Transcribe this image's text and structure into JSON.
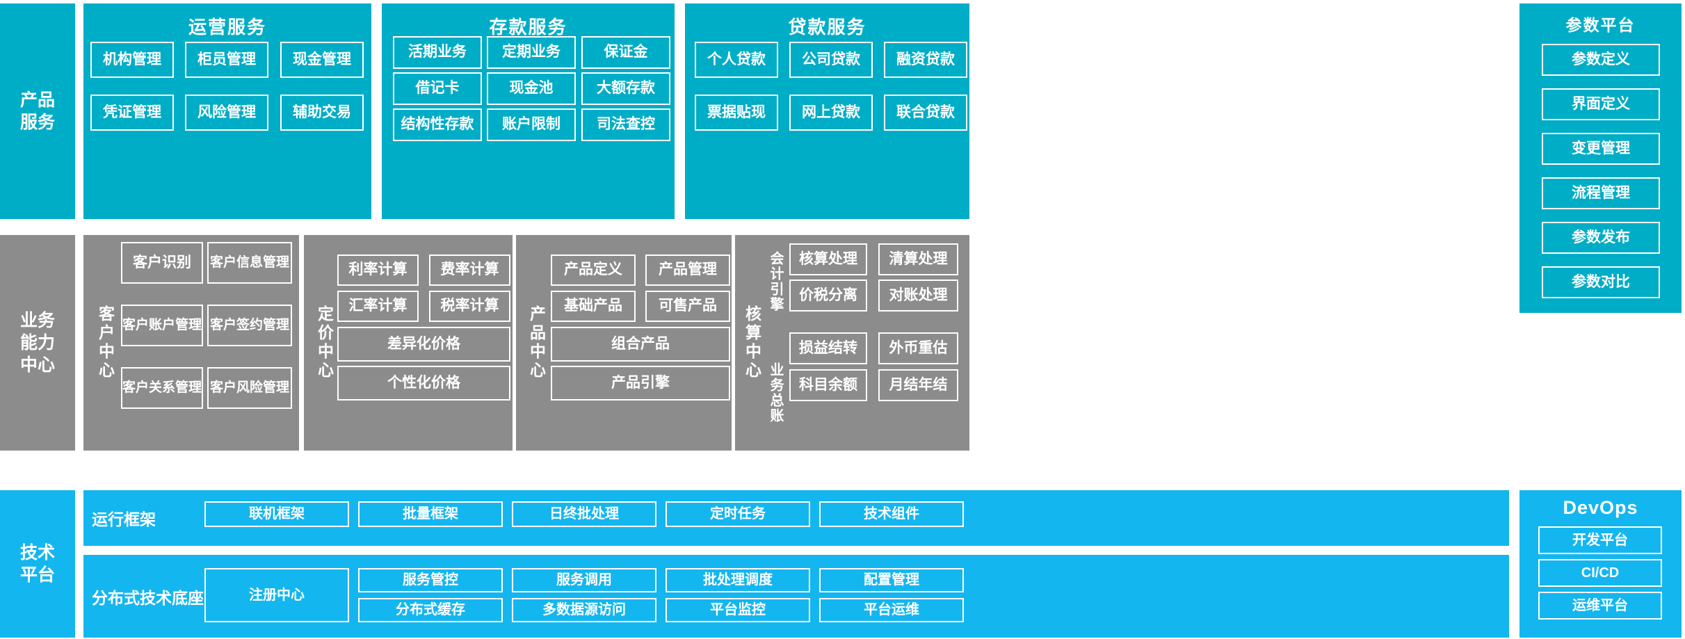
{
  "colors": {
    "teal": "#00adc6",
    "gray": "#8c8c8c",
    "blue": "#14b6f0",
    "outline": "#ffffff",
    "background": "#ffffff"
  },
  "bands": {
    "product_service": {
      "label": "产品\n服务",
      "label_line1": "产品",
      "label_line2": "服务"
    },
    "business_capability": {
      "label_line1": "业务",
      "label_line2": "能力",
      "label_line3": "中心"
    },
    "tech_platform": {
      "label_line1": "技术",
      "label_line2": "平台"
    }
  },
  "product_service": {
    "groups": [
      {
        "title": "运营服务",
        "items": [
          "机构管理",
          "柜员管理",
          "现金管理",
          "凭证管理",
          "风险管理",
          "辅助交易"
        ]
      },
      {
        "title": "存款服务",
        "items": [
          "活期业务",
          "定期业务",
          "保证金",
          "借记卡",
          "现金池",
          "大额存款",
          "结构性存款",
          "账户限制",
          "司法查控"
        ]
      },
      {
        "title": "贷款服务",
        "items": [
          "个人贷款",
          "公司贷款",
          "融资贷款",
          "票据贴现",
          "网上贷款",
          "联合贷款"
        ]
      }
    ]
  },
  "business_capability": {
    "centers": [
      {
        "vlabel": "客户中心",
        "items": [
          "客户识别",
          "客户信息管理",
          "客户账户管理",
          "客户签约管理",
          "客户关系管理",
          "客户风险管理"
        ]
      },
      {
        "vlabel": "定价中心",
        "items": [
          "利率计算",
          "费率计算",
          "汇率计算",
          "税率计算",
          "差异化价格",
          "个性化价格"
        ]
      },
      {
        "vlabel": "产品中心",
        "items": [
          "产品定义",
          "产品管理",
          "基础产品",
          "可售产品",
          "组合产品",
          "产品引擎"
        ]
      },
      {
        "vlabel": "核算中心",
        "sub_labels": [
          "会计引擎",
          "业务总账"
        ],
        "items": [
          "核算处理",
          "清算处理",
          "价税分离",
          "对账处理",
          "损益结转",
          "外币重估",
          "科目余额",
          "月结年结"
        ]
      }
    ]
  },
  "tech_platform": {
    "rows": [
      {
        "label": "运行框架",
        "items": [
          "联机框架",
          "批量框架",
          "日终批处理",
          "定时任务",
          "技术组件"
        ]
      },
      {
        "label": "分布式技术底座",
        "wide_item": "注册中心",
        "items_row1": [
          "服务管控",
          "服务调用",
          "批处理调度",
          "配置管理"
        ],
        "items_row2": [
          "分布式缓存",
          "多数据源访问",
          "平台监控",
          "平台运维"
        ]
      }
    ]
  },
  "parameter_platform": {
    "title": "参数平台",
    "items": [
      "参数定义",
      "界面定义",
      "变更管理",
      "流程管理",
      "参数发布",
      "参数对比"
    ]
  },
  "devops": {
    "title": "DevOps",
    "items": [
      "开发平台",
      "CI/CD",
      "运维平台"
    ]
  }
}
